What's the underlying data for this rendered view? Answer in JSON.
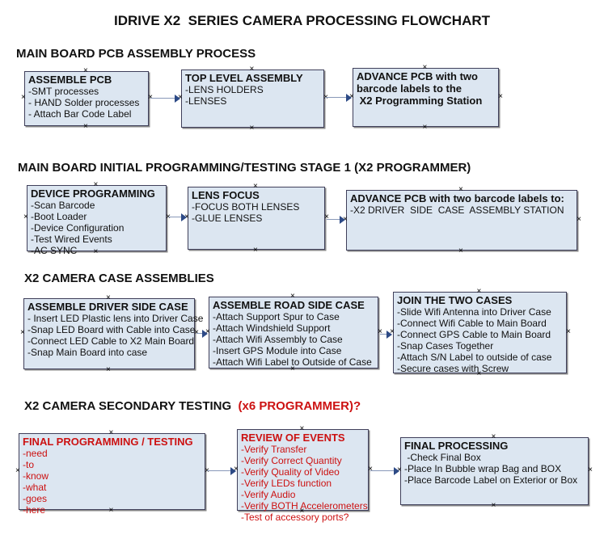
{
  "title": "IDRIVE X2  SERIES CAMERA PROCESSING FLOWCHART",
  "colors": {
    "box_fill": "#dce6f1",
    "box_border": "#3f3f5a",
    "arrow_line": "#8898b8",
    "arrow_head": "#2d4a86",
    "red_text": "#cc1111",
    "black_text": "#111111"
  },
  "sections": [
    {
      "heading": "MAIN BOARD PCB ASSEMBLY PROCESS",
      "boxes": [
        {
          "title": "ASSEMBLE PCB",
          "lines": [
            "-SMT processes",
            "- HAND Solder processes",
            "- Attach Bar Code Label"
          ]
        },
        {
          "title": "TOP LEVEL ASSEMBLY",
          "lines": [
            "-LENS HOLDERS",
            "-LENSES"
          ]
        },
        {
          "title": "",
          "lines": [
            "ADVANCE PCB with two",
            "barcode labels to the",
            " X2 Programming Station"
          ]
        }
      ]
    },
    {
      "heading": "MAIN BOARD INITIAL PROGRAMMING/TESTING STAGE 1 (X2 PROGRAMMER)",
      "boxes": [
        {
          "title": "DEVICE PROGRAMMING",
          "lines": [
            "-Scan Barcode",
            "-Boot Loader",
            "-Device Configuration",
            "-Test Wired Events",
            "-AC SYNC"
          ]
        },
        {
          "title": "LENS FOCUS",
          "lines": [
            "-FOCUS BOTH LENSES",
            "-GLUE LENSES"
          ]
        },
        {
          "title": "ADVANCE PCB with two barcode labels to:",
          "lines": [
            "-X2 DRIVER  SIDE  CASE  ASSEMBLY STATION"
          ]
        }
      ]
    },
    {
      "heading": "X2 CAMERA CASE ASSEMBLIES",
      "boxes": [
        {
          "title": "ASSEMBLE DRIVER SIDE CASE",
          "lines": [
            "- Insert LED Plastic lens into Driver Case",
            "-Snap LED Board with Cable into Case",
            "-Connect LED Cable to X2 Main Board",
            "-Snap Main Board into case"
          ]
        },
        {
          "title": "ASSEMBLE ROAD SIDE CASE",
          "lines": [
            "-Attach Support Spur to Case",
            "-Attach Windshield Support",
            "-Attach Wifi Assembly to Case",
            "-Insert GPS Module into Case",
            "-Attach Wifi Label to Outside of Case"
          ]
        },
        {
          "title": "JOIN THE TWO CASES",
          "lines": [
            "-Slide Wifi Antenna into Driver Case",
            "-Connect Wifi Cable to Main Board",
            "-Connect GPS Cable to Main Board",
            "-Snap Cases Together",
            "-Attach S/N Label to outside of case",
            "-Secure cases with Screw"
          ]
        }
      ]
    },
    {
      "heading": "X2 CAMERA SECONDARY TESTING ",
      "heading_suffix": " (x6 PROGRAMMER)?",
      "boxes": [
        {
          "title": "FINAL PROGRAMMING / TESTING",
          "lines": [
            "-need",
            "-to",
            "-know",
            "-what",
            "-goes",
            "-here"
          ]
        },
        {
          "title": "REVIEW OF EVENTS",
          "lines": [
            "-Verify Transfer",
            "-Verify Correct Quantity",
            "-Verify Quality of Video",
            "-Verify LEDs function",
            "-Verify Audio",
            "-Verify BOTH Accelerometers",
            "-Test of accessory ports?"
          ]
        },
        {
          "title": "FINAL PROCESSING",
          "lines": [
            " -Check Final Box",
            "-Place In Bubble wrap Bag and BOX",
            "-Place Barcode Label on Exterior or Box"
          ]
        }
      ]
    }
  ]
}
